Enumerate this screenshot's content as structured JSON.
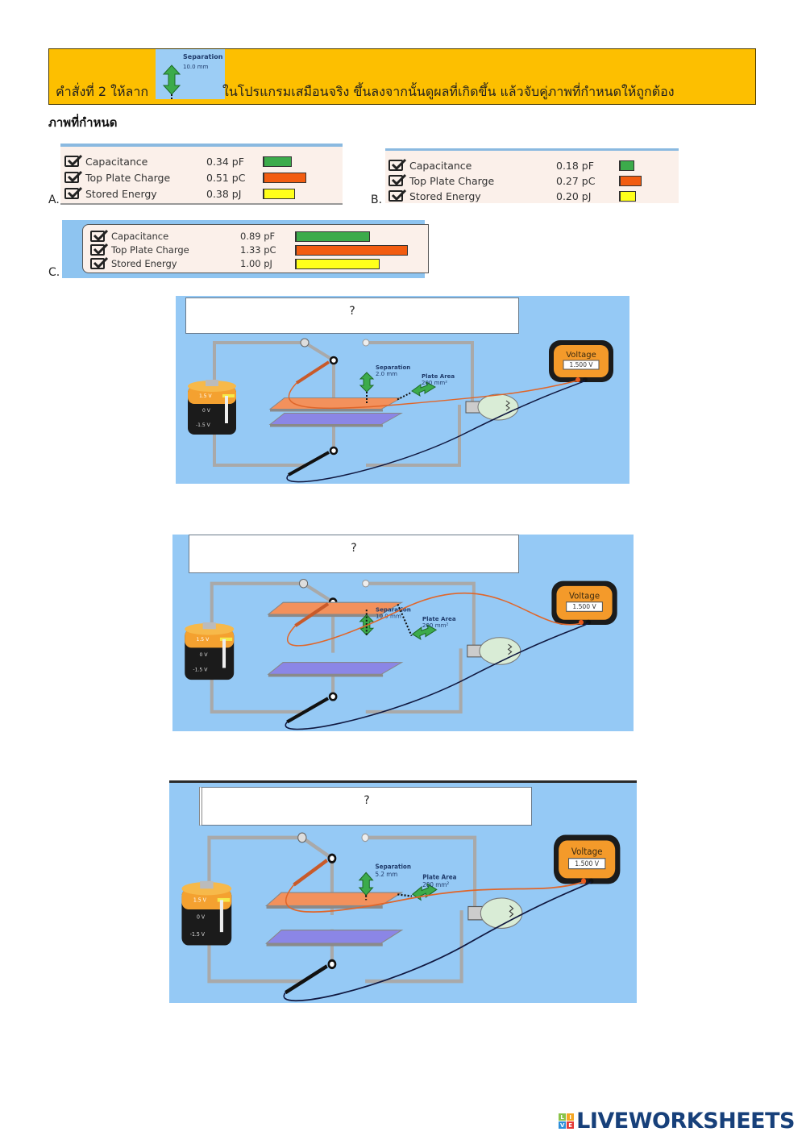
{
  "instruction": {
    "prefix": "คำสั่งที่ 2 ให้ลาก",
    "suffix": "ในโปรแกรมเสมือนจริง ขึ้นลงจากนั้นดูผลที่เกิดขึ้น แล้วจับคู่ภาพที่กำหนดให้ถูกต้อง",
    "chip": {
      "label": "Separation",
      "value": "10.0 mm",
      "icon": "double-arrow-vertical-icon"
    }
  },
  "subtitle": "ภาพที่กำหนด",
  "options": [
    {
      "letter": "A.",
      "rows": [
        {
          "label": "Capacitance",
          "value": "0.34 pF",
          "fill": 0.34,
          "color": "#3cab4b"
        },
        {
          "label": "Top Plate Charge",
          "value": "0.51 pC",
          "fill": 0.51,
          "color": "#f25c10"
        },
        {
          "label": "Stored Energy",
          "value": "0.38 pJ",
          "fill": 0.38,
          "color": "#ffff1a"
        }
      ]
    },
    {
      "letter": "B.",
      "rows": [
        {
          "label": "Capacitance",
          "value": "0.18 pF",
          "fill": 0.18,
          "color": "#3cab4b"
        },
        {
          "label": "Top Plate Charge",
          "value": "0.27 pC",
          "fill": 0.27,
          "color": "#f25c10"
        },
        {
          "label": "Stored Energy",
          "value": "0.20 pJ",
          "fill": 0.2,
          "color": "#ffff1a"
        }
      ]
    },
    {
      "letter": "C.",
      "rows": [
        {
          "label": "Capacitance",
          "value": "0.89 pF",
          "fill": 0.89,
          "color": "#3cab4b"
        },
        {
          "label": "Top Plate Charge",
          "value": "1.33 pC",
          "fill": 1.33,
          "color": "#f25c10"
        },
        {
          "label": "Stored Energy",
          "value": "1.00 pJ",
          "fill": 1.0,
          "color": "#ffff1a"
        }
      ]
    }
  ],
  "simulations": [
    {
      "answer_placeholder": "?",
      "separation_label": "Separation",
      "separation_value": "2.0 mm",
      "area_label": "Plate Area",
      "area_value": "200 mm²",
      "meter_title": "Voltage",
      "meter_value": "1.500 V",
      "battery": {
        "top": "1.5 V",
        "mid": "0 V",
        "bottom": "-1.5 V"
      },
      "separation_mm": 2.0
    },
    {
      "answer_placeholder": "?",
      "separation_label": "Separation",
      "separation_value": "10.0 mm",
      "area_label": "Plate Area",
      "area_value": "200 mm²",
      "meter_title": "Voltage",
      "meter_value": "1.500 V",
      "battery": {
        "top": "1.5 V",
        "mid": "0 V",
        "bottom": "-1.5 V"
      },
      "separation_mm": 10.0
    },
    {
      "answer_placeholder": "?",
      "separation_label": "Separation",
      "separation_value": "5.2 mm",
      "area_label": "Plate Area",
      "area_value": "200 mm²",
      "meter_title": "Voltage",
      "meter_value": "1.500 V",
      "battery": {
        "top": "1.5 V",
        "mid": "0 V",
        "bottom": "-1.5 V"
      },
      "separation_mm": 5.2
    }
  ],
  "logo": {
    "tiles": [
      "L",
      "I",
      "V",
      "E"
    ],
    "text": "LIVEWORKSHEETS"
  },
  "colors": {
    "banner": "#fdbf00",
    "sim_bg": "#95c9f5",
    "logo": "#17407a"
  }
}
